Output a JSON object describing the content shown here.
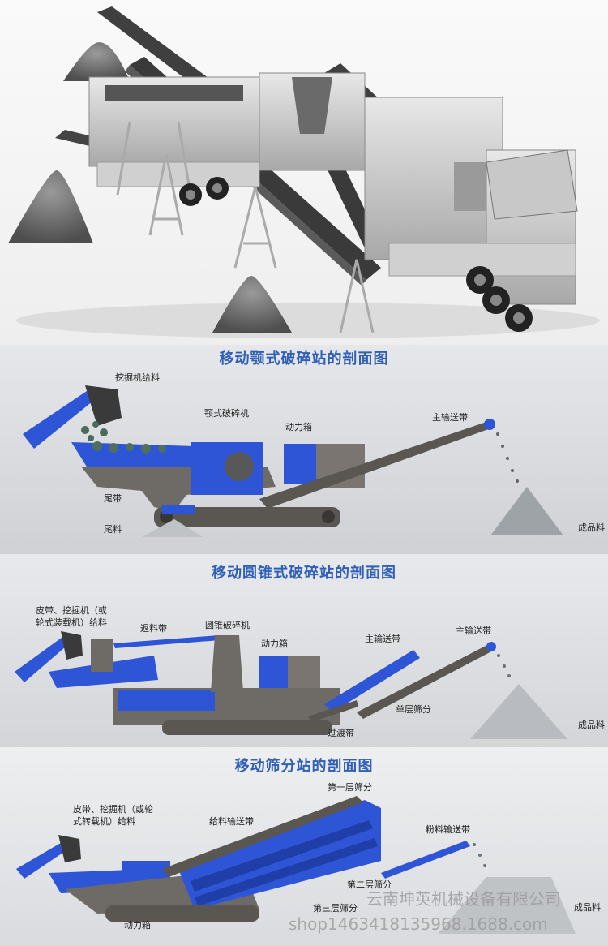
{
  "sections": [
    {
      "title": "移动颚式破碎站的剖面图",
      "labels": {
        "excavator": "挖掘机给料",
        "jaw": "颚式破碎机",
        "power": "动力箱",
        "main_belt": "主输送带",
        "tail_belt": "尾带",
        "tail_material": "尾料",
        "product": "成品料"
      }
    },
    {
      "title": "移动圆锥式破碎站的剖面图",
      "labels": {
        "feed": "皮带、挖掘机（或轮式装载机）给料",
        "return_belt": "返料带",
        "cone": "圆锥破碎机",
        "power": "动力箱",
        "main_belt_1": "主输送带",
        "main_belt_2": "主输送带",
        "single_screen": "单层筛分",
        "transfer_belt": "过渡带",
        "product": "成品料"
      }
    },
    {
      "title": "移动筛分站的剖面图",
      "labels": {
        "feed": "皮带、挖掘机（或轮式转载机）给料",
        "feed_belt": "给料输送带",
        "screen1": "第一层筛分",
        "powder_belt": "粉料输送带",
        "screen2": "第二层筛分",
        "screen3": "第三层筛分",
        "power": "动力箱",
        "product": "成品料"
      }
    }
  ],
  "watermark": {
    "company": "云南坤英机械设备有限公司",
    "shop": "shop1463418135968.1688.com"
  },
  "colors": {
    "title_blue": "#2f5fb7",
    "machine_blue": "#2e55d6",
    "frame_gray": "#6e6a66"
  }
}
